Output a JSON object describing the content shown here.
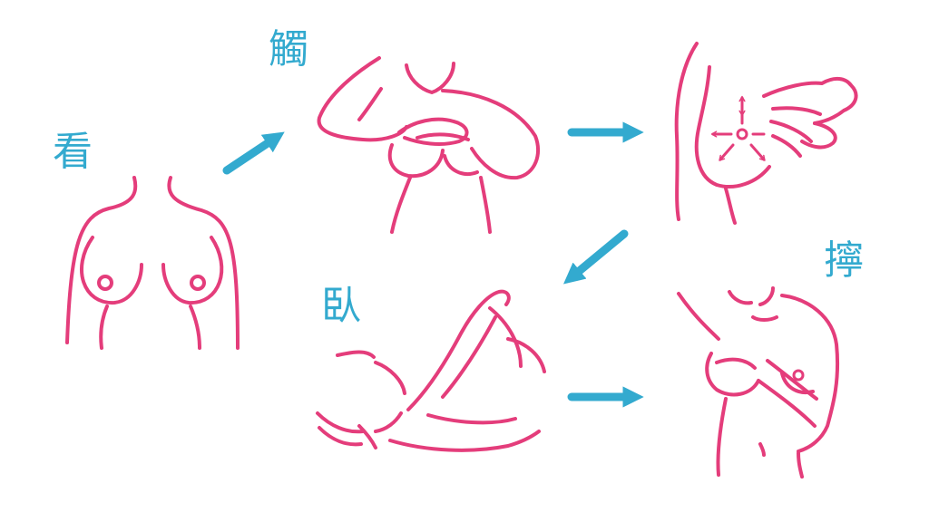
{
  "colors": {
    "illustration": "#e43d7b",
    "arrow": "#33aacf",
    "label": "#33aacf",
    "background": "#ffffff"
  },
  "steps": [
    {
      "id": "look",
      "label": "看",
      "icon": "breasts-front-view-icon"
    },
    {
      "id": "touch",
      "label": "觸",
      "icon": "hands-on-chest-icon"
    },
    {
      "id": "palpate",
      "label": "",
      "icon": "hand-palpating-breast-icon"
    },
    {
      "id": "lie",
      "label": "臥",
      "icon": "lying-down-exam-icon"
    },
    {
      "id": "press",
      "label": "擰",
      "icon": "squeeze-nipple-icon"
    }
  ],
  "arrows": [
    {
      "from": "look",
      "to": "touch"
    },
    {
      "from": "touch",
      "to": "palpate"
    },
    {
      "from": "palpate",
      "to": "lie"
    },
    {
      "from": "lie",
      "to": "press"
    }
  ]
}
